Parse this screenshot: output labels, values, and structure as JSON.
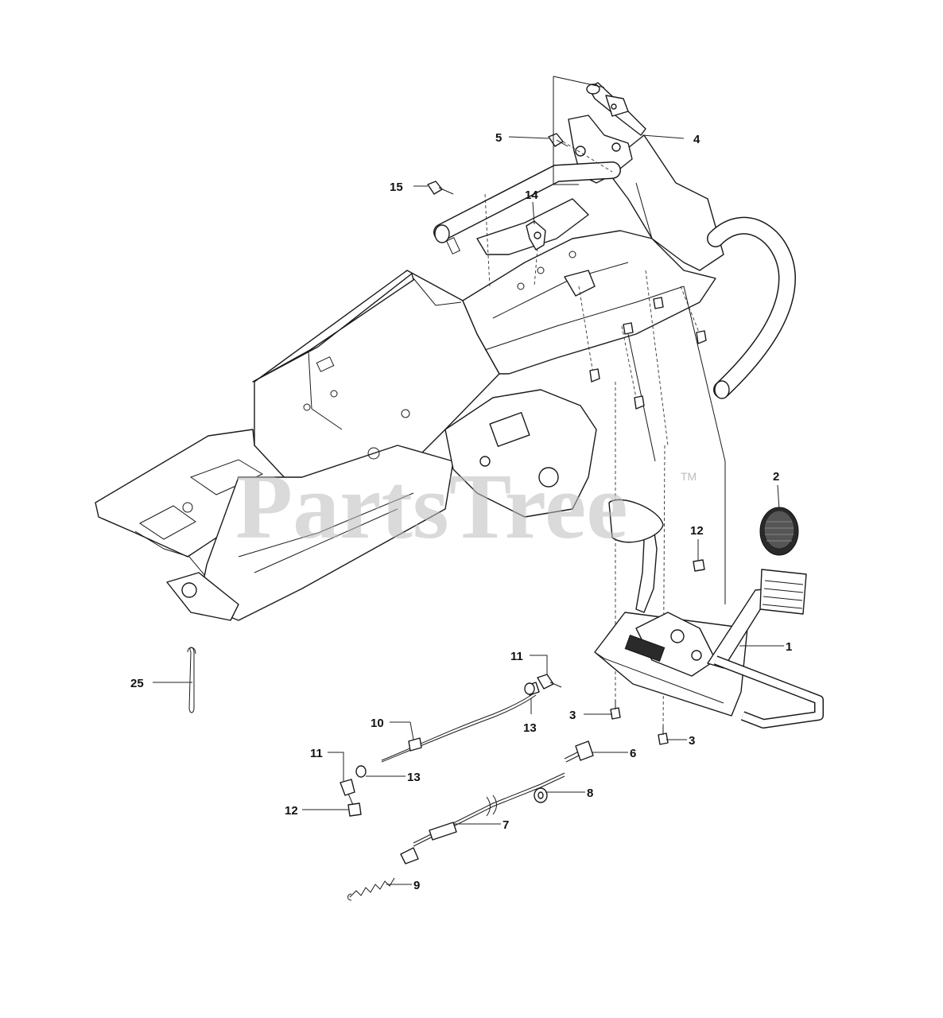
{
  "watermark": {
    "text": "PartsTree",
    "trademark": "TM"
  },
  "callouts": {
    "c1": "1",
    "c2": "2",
    "c3a": "3",
    "c3b": "3",
    "c4": "4",
    "c5": "5",
    "c6": "6",
    "c7": "7",
    "c8": "8",
    "c9": "9",
    "c10": "10",
    "c11a": "11",
    "c11b": "11",
    "c12a": "12",
    "c12b": "12",
    "c13a": "13",
    "c13b": "13",
    "c14": "14",
    "c15": "15",
    "c25": "25"
  }
}
